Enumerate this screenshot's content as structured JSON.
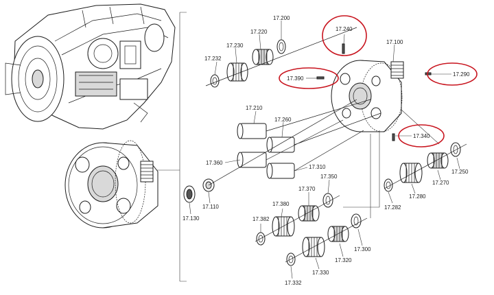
{
  "labels": {
    "p17200": "17.200",
    "p17220": "17.220",
    "p17230": "17.230",
    "p17232": "17.232",
    "p17240": "17.240",
    "p17100": "17.100",
    "p17390": "17.390",
    "p17290": "17.290",
    "p17210": "17.210",
    "p17260": "17.260",
    "p17340": "17.340",
    "p17250": "17.250",
    "p17360": "17.360",
    "p17310": "17.310",
    "p17270": "17.270",
    "p17350": "17.350",
    "p17370": "17.370",
    "p17280": "17.280",
    "p17110": "17.110",
    "p17130": "17.130",
    "p17380": "17.380",
    "p17282": "17.282",
    "p17382": "17.382",
    "p17300": "17.300",
    "p17320": "17.320",
    "p17330": "17.330",
    "p17332": "17.332"
  },
  "highlight_color": "#c8141e",
  "line_color": "#1a1a1a"
}
